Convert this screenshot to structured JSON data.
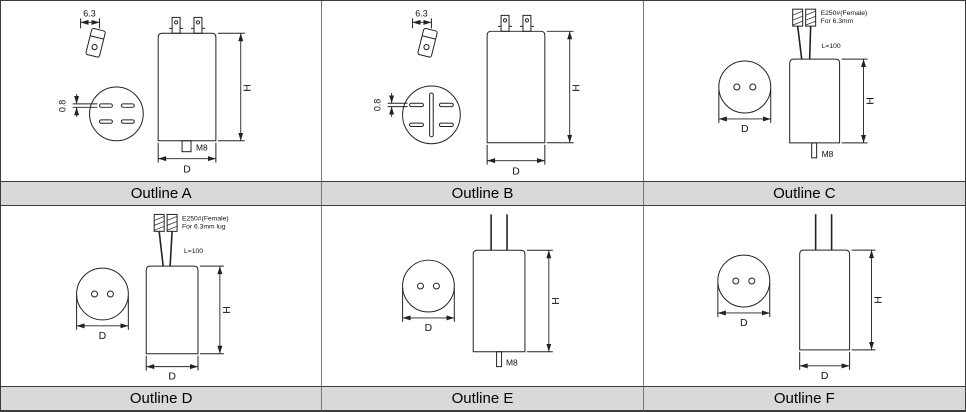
{
  "panels": {
    "a": {
      "label": "Outline A",
      "lug_width": "6.3",
      "slot_width": "0.8",
      "height_dim": "H",
      "diameter_dim": "D",
      "stud": "M8"
    },
    "b": {
      "label": "Outline B",
      "lug_width": "6.3",
      "slot_width": "0.8",
      "height_dim": "H",
      "diameter_dim": "D"
    },
    "c": {
      "label": "Outline C",
      "terminal_note_line1": "E250#(Female)",
      "terminal_note_line2": "For 6.3mm",
      "lead_length": "L=100",
      "diameter_dim": "D",
      "height_dim": "H",
      "stud": "M8"
    },
    "d": {
      "label": "Outline D",
      "terminal_note_line1": "E250#(Female)",
      "terminal_note_line2": "For 6.3mm lug",
      "lead_length": "L=100",
      "diameter_dim": "D",
      "height_dim": "H",
      "body_diameter_dim": "D"
    },
    "e": {
      "label": "Outline E",
      "diameter_dim": "D",
      "height_dim": "H",
      "stud": "M8"
    },
    "f": {
      "label": "Outline F",
      "diameter_dim": "D",
      "height_dim": "H",
      "body_diameter_dim": "D"
    }
  }
}
